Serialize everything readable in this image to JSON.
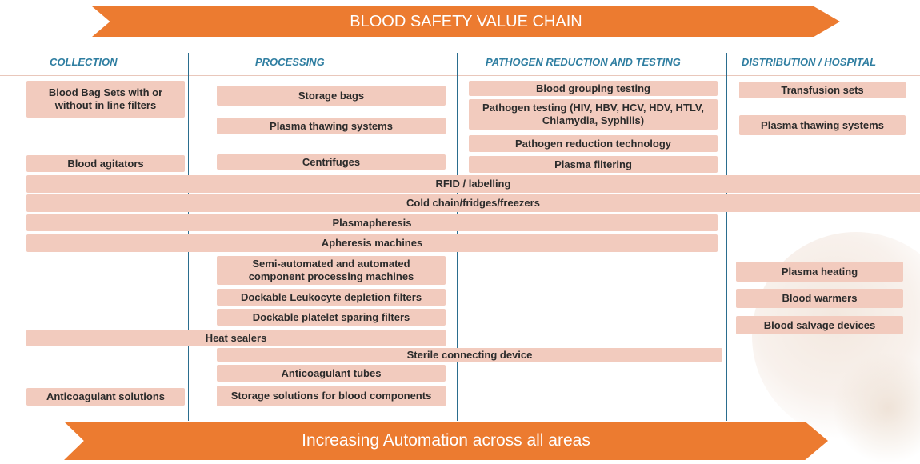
{
  "top_banner": {
    "title": "BLOOD SAFETY VALUE CHAIN"
  },
  "bottom_banner": {
    "title": "Increasing Automation across all areas"
  },
  "columns": {
    "collection": "COLLECTION",
    "processing": "PROCESSING",
    "pathogen": "PATHOGEN REDUCTION AND TESTING",
    "distribution": "DISTRIBUTION / HOSPITAL"
  },
  "items": {
    "blood_bag_sets": "Blood Bag Sets with or without in line filters",
    "blood_agitators": "Blood agitators",
    "anticoagulant_solutions": "Anticoagulant solutions",
    "storage_bags": "Storage bags",
    "plasma_thawing_proc": "Plasma thawing systems",
    "centrifuges": "Centrifuges",
    "semi_automated": "Semi-automated and automated component processing machines",
    "dockable_leukocyte": "Dockable Leukocyte depletion filters",
    "dockable_platelet": "Dockable platelet sparing filters",
    "anticoagulant_tubes": "Anticoagulant tubes",
    "storage_solutions": "Storage solutions for blood components",
    "blood_grouping": "Blood grouping testing",
    "pathogen_testing": "Pathogen testing (HIV, HBV, HCV, HDV, HTLV, Chlamydia, Syphilis)",
    "pathogen_reduction": "Pathogen reduction technology",
    "plasma_filtering": "Plasma filtering",
    "transfusion_sets": "Transfusion sets",
    "plasma_thawing_dist": "Plasma thawing systems",
    "plasma_heating": "Plasma heating",
    "blood_warmers": "Blood warmers",
    "blood_salvage": "Blood salvage devices",
    "rfid": "RFID / labelling",
    "cold_chain": "Cold chain/fridges/freezers",
    "plasmapheresis": "Plasmapheresis",
    "apheresis": "Apheresis machines",
    "heat_sealers": "Heat sealers",
    "sterile_connecting": "Sterile connecting device"
  },
  "colors": {
    "accent": "#ec7b30",
    "box": "#f2cbbe",
    "header": "#2f7ea1",
    "divider": "#2a6d8e"
  }
}
